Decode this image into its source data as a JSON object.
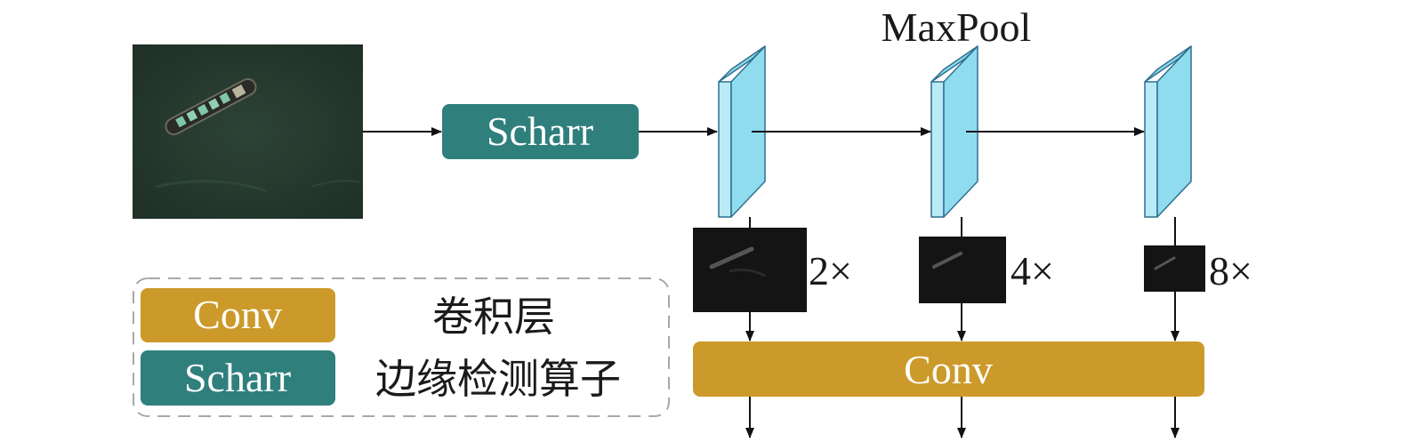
{
  "title": "MaxPool",
  "input_image": {
    "icon": "ship-satellite-image"
  },
  "scharr_node": {
    "label": "Scharr",
    "color": "#2f7f7d"
  },
  "conv_node": {
    "label": "Conv",
    "color": "#cc9a2a"
  },
  "feature_color": "#8fdcef",
  "edge_maps": [
    {
      "scale": "2×"
    },
    {
      "scale": "4×"
    },
    {
      "scale": "8×"
    }
  ],
  "legend": {
    "items": [
      {
        "key": "Conv",
        "desc": "卷积层",
        "color": "#cc9a2a"
      },
      {
        "key": "Scharr",
        "desc": "边缘检测算子",
        "color": "#2f7f7d"
      }
    ]
  }
}
